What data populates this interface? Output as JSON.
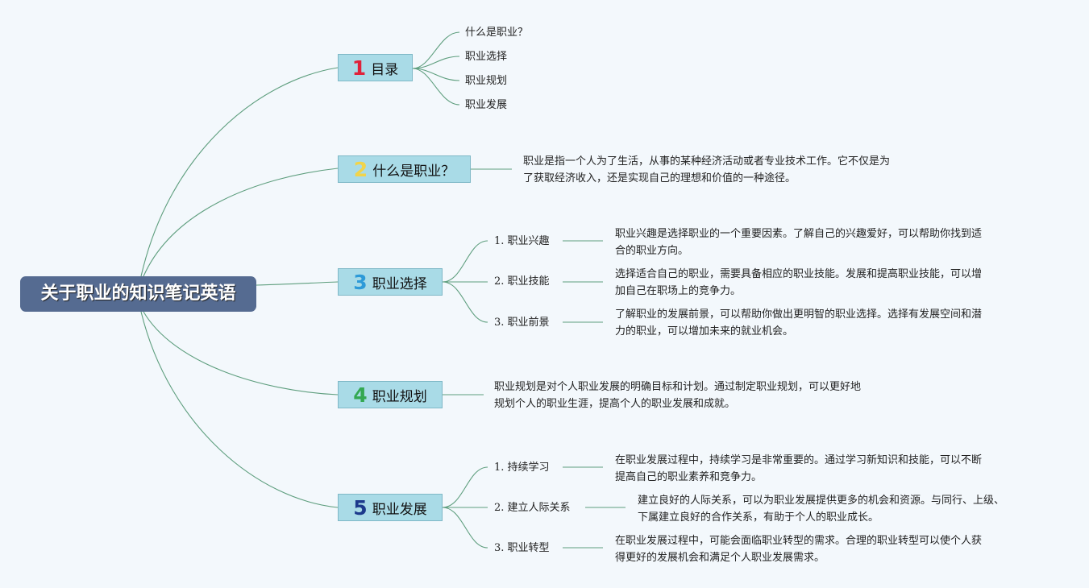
{
  "root": "关于职业的知识笔记英语",
  "branches": [
    {
      "num": "1",
      "num_color": "#e0223a",
      "label": "目录",
      "items": [
        "什么是职业？",
        "职业选择",
        "职业规划",
        "职业发展"
      ]
    },
    {
      "num": "2",
      "num_color": "#f1d44a",
      "label": "什么是职业？",
      "desc": [
        "职业是指一个人为了生活，从事的某种经济活动或者专业技术工作。它不仅是为",
        "了获取经济收入，还是实现自己的理想和价值的一种途径。"
      ]
    },
    {
      "num": "3",
      "num_color": "#2d9ad8",
      "label": "职业选择",
      "subs": [
        {
          "label": "1. 职业兴趣",
          "desc": [
            "职业兴趣是选择职业的一个重要因素。了解自己的兴趣爱好，可以帮助你找到适",
            "合的职业方向。"
          ]
        },
        {
          "label": "2. 职业技能",
          "desc": [
            "选择适合自己的职业，需要具备相应的职业技能。发展和提高职业技能，可以增",
            "加自己在职场上的竞争力。"
          ]
        },
        {
          "label": "3. 职业前景",
          "desc": [
            "了解职业的发展前景，可以帮助你做出更明智的职业选择。选择有发展空间和潜",
            "力的职业，可以增加未来的就业机会。"
          ]
        }
      ]
    },
    {
      "num": "4",
      "num_color": "#34a852",
      "label": "职业规划",
      "desc": [
        "职业规划是对个人职业发展的明确目标和计划。通过制定职业规划，可以更好地",
        "规划个人的职业生涯，提高个人的职业发展和成就。"
      ]
    },
    {
      "num": "5",
      "num_color": "#1c3a8c",
      "label": "职业发展",
      "subs": [
        {
          "label": "1. 持续学习",
          "desc": [
            "在职业发展过程中，持续学习是非常重要的。通过学习新知识和技能，可以不断",
            "提高自己的职业素养和竞争力。"
          ]
        },
        {
          "label": "2. 建立人际关系",
          "desc": [
            "建立良好的人际关系，可以为职业发展提供更多的机会和资源。与同行、上级、",
            "下属建立良好的合作关系，有助于个人的职业成长。"
          ]
        },
        {
          "label": "3. 职业转型",
          "desc": [
            "在职业发展过程中，可能会面临职业转型的需求。合理的职业转型可以使个人获",
            "得更好的发展机会和满足个人职业发展需求。"
          ]
        }
      ]
    }
  ]
}
